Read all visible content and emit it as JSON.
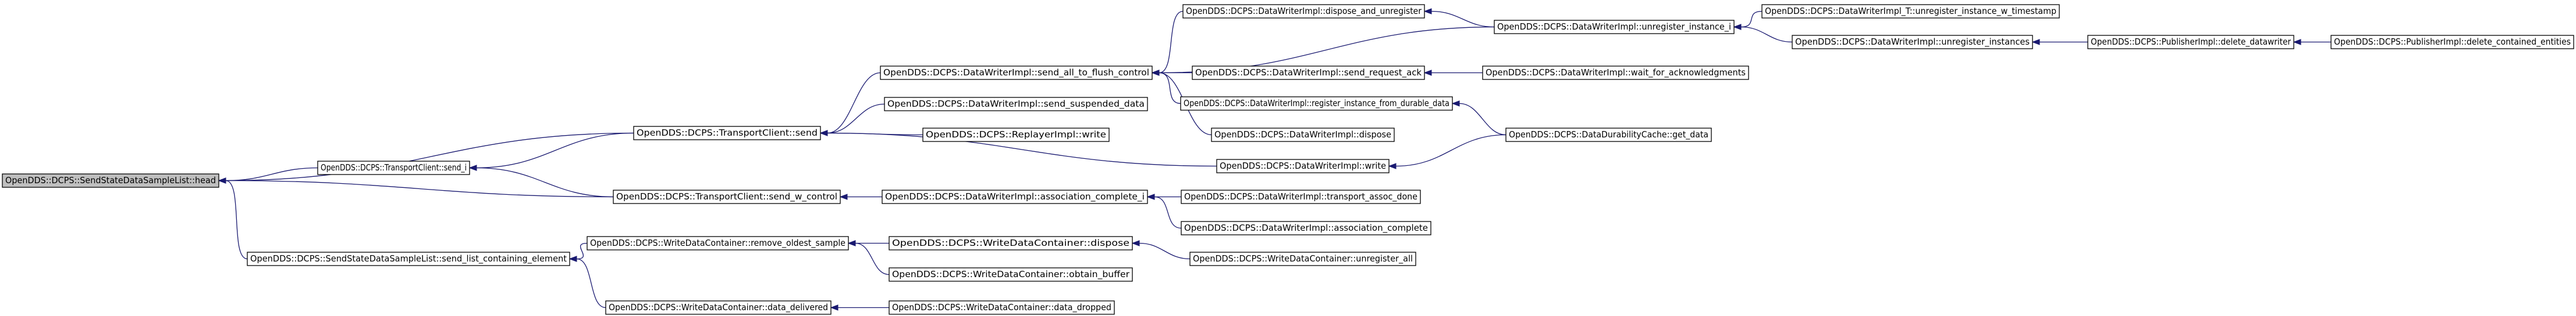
{
  "nodes": [
    {
      "id": "n0",
      "label": "OpenDDS::DCPS::SendStateDataSampleList::head",
      "root": true
    },
    {
      "id": "n1",
      "label": "OpenDDS::DCPS::TransportClient::send_i"
    },
    {
      "id": "n2",
      "label": "OpenDDS::DCPS::TransportClient::send"
    },
    {
      "id": "n3",
      "label": "OpenDDS::DCPS::TransportClient::send_w_control"
    },
    {
      "id": "n4",
      "label": "OpenDDS::DCPS::SendStateDataSampleList::send_list_containing_element"
    },
    {
      "id": "n5",
      "label": "OpenDDS::DCPS::DataWriterImpl::send_all_to_flush_control"
    },
    {
      "id": "n6",
      "label": "OpenDDS::DCPS::DataWriterImpl::send_suspended_data"
    },
    {
      "id": "n7",
      "label": "OpenDDS::DCPS::ReplayerImpl::write"
    },
    {
      "id": "n8",
      "label": "OpenDDS::DCPS::DataWriterImpl::write"
    },
    {
      "id": "n9",
      "label": "OpenDDS::DCPS::DataWriterImpl::association_complete_i"
    },
    {
      "id": "n10",
      "label": "OpenDDS::DCPS::WriteDataContainer::remove_oldest_sample"
    },
    {
      "id": "n11",
      "label": "OpenDDS::DCPS::WriteDataContainer::data_delivered"
    },
    {
      "id": "n12",
      "label": "OpenDDS::DCPS::DataWriterImpl::dispose_and_unregister"
    },
    {
      "id": "n13",
      "label": "OpenDDS::DCPS::DataWriterImpl::unregister_instance_i"
    },
    {
      "id": "n14",
      "label": "OpenDDS::DCPS::DataWriterImpl::send_request_ack"
    },
    {
      "id": "n15",
      "label": "OpenDDS::DCPS::DataWriterImpl::register_instance_from_durable_data"
    },
    {
      "id": "n16",
      "label": "OpenDDS::DCPS::DataWriterImpl::dispose"
    },
    {
      "id": "n17",
      "label": "OpenDDS::DCPS::DataDurabilityCache::get_data"
    },
    {
      "id": "n18",
      "label": "OpenDDS::DCPS::DataWriterImpl::transport_assoc_done"
    },
    {
      "id": "n19",
      "label": "OpenDDS::DCPS::DataWriterImpl::association_complete"
    },
    {
      "id": "n20",
      "label": "OpenDDS::DCPS::WriteDataContainer::dispose"
    },
    {
      "id": "n21",
      "label": "OpenDDS::DCPS::WriteDataContainer::obtain_buffer"
    },
    {
      "id": "n22",
      "label": "OpenDDS::DCPS::WriteDataContainer::data_dropped"
    },
    {
      "id": "n23",
      "label": "OpenDDS::DCPS::DataWriterImpl_T::unregister_instance_w_timestamp"
    },
    {
      "id": "n24",
      "label": "OpenDDS::DCPS::DataWriterImpl::unregister_instances"
    },
    {
      "id": "n25",
      "label": "OpenDDS::DCPS::DataWriterImpl::wait_for_acknowledgments"
    },
    {
      "id": "n26",
      "label": "OpenDDS::DCPS::WriteDataContainer::unregister_all"
    },
    {
      "id": "n27",
      "label": "OpenDDS::DCPS::PublisherImpl::delete_datawriter"
    },
    {
      "id": "n28",
      "label": "OpenDDS::DCPS::PublisherImpl::delete_contained_entities"
    }
  ],
  "edges": [
    {
      "from": "n1",
      "to": "n0"
    },
    {
      "from": "n2",
      "to": "n0"
    },
    {
      "from": "n3",
      "to": "n0"
    },
    {
      "from": "n4",
      "to": "n0"
    },
    {
      "from": "n2",
      "to": "n1"
    },
    {
      "from": "n3",
      "to": "n1"
    },
    {
      "from": "n5",
      "to": "n2"
    },
    {
      "from": "n6",
      "to": "n2"
    },
    {
      "from": "n7",
      "to": "n2"
    },
    {
      "from": "n8",
      "to": "n2"
    },
    {
      "from": "n9",
      "to": "n3"
    },
    {
      "from": "n10",
      "to": "n4"
    },
    {
      "from": "n11",
      "to": "n4"
    },
    {
      "from": "n12",
      "to": "n5"
    },
    {
      "from": "n13",
      "to": "n5"
    },
    {
      "from": "n14",
      "to": "n5"
    },
    {
      "from": "n15",
      "to": "n5"
    },
    {
      "from": "n16",
      "to": "n5"
    },
    {
      "from": "n17",
      "to": "n8"
    },
    {
      "from": "n18",
      "to": "n9"
    },
    {
      "from": "n19",
      "to": "n9"
    },
    {
      "from": "n20",
      "to": "n10"
    },
    {
      "from": "n21",
      "to": "n10"
    },
    {
      "from": "n22",
      "to": "n11"
    },
    {
      "from": "n13",
      "to": "n12"
    },
    {
      "from": "n23",
      "to": "n13"
    },
    {
      "from": "n24",
      "to": "n13"
    },
    {
      "from": "n25",
      "to": "n14"
    },
    {
      "from": "n17",
      "to": "n15"
    },
    {
      "from": "n26",
      "to": "n20"
    },
    {
      "from": "n27",
      "to": "n24"
    },
    {
      "from": "n28",
      "to": "n27"
    }
  ],
  "colors": {
    "node_fill": "#ffffff",
    "root_fill": "#bfbfbf",
    "edge": "#191970",
    "border": "#000000"
  }
}
